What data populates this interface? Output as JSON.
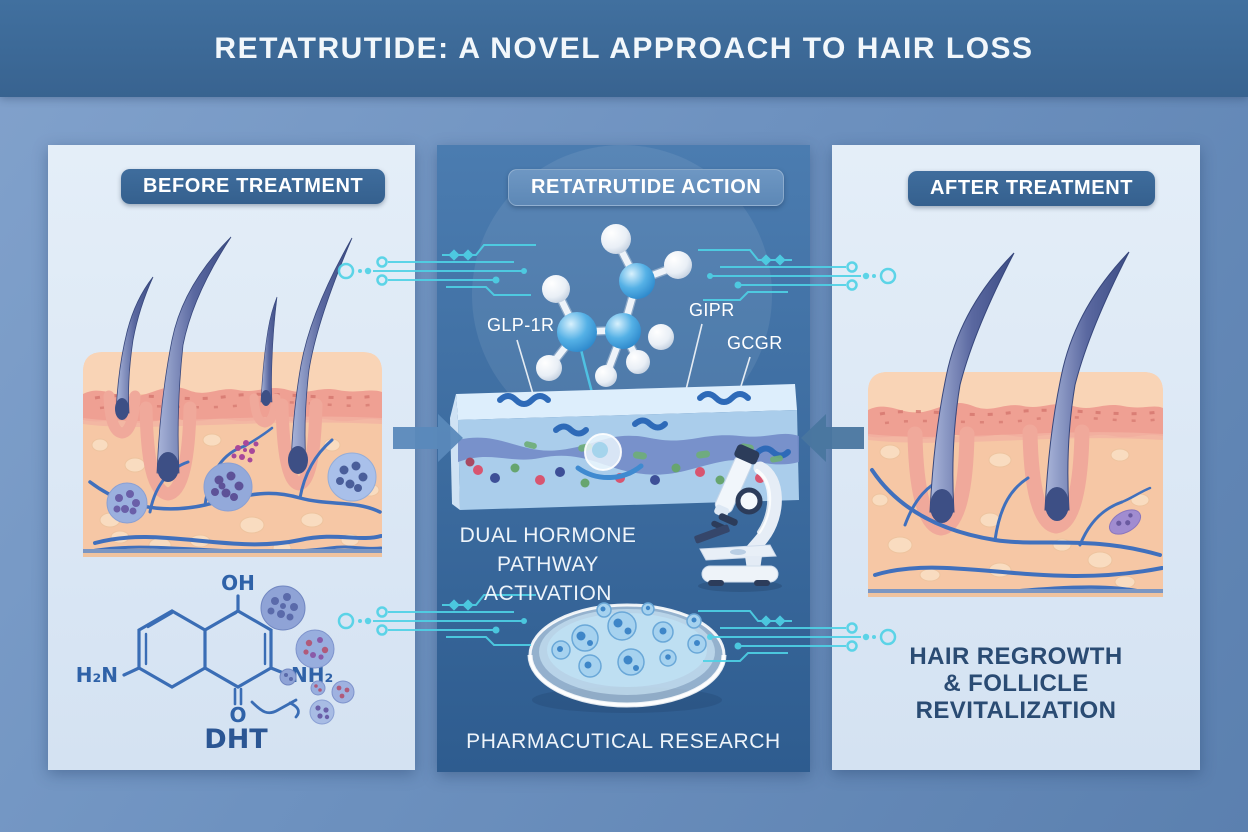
{
  "header": {
    "title": "RETATRUTIDE: A NOVEL APPROACH TO HAIR LOSS"
  },
  "panels": {
    "before": {
      "badge": "BEFORE TREATMENT",
      "chem": {
        "oh": "OH",
        "h2n": "H₂N",
        "nh2": "NH₂",
        "o": "O",
        "name": "DHT"
      }
    },
    "action": {
      "badge": "RETATRUTIDE ACTION",
      "receptors": [
        "GLP-1R",
        "GIPR",
        "GCGR"
      ],
      "pathway_lines": [
        "DUAL HORMONE",
        "PATHWAY ACTIVATION"
      ],
      "footer": "PHARMACUTICAL RESEARCH"
    },
    "after": {
      "badge": "AFTER TREATMENT",
      "caption_lines": [
        "HAIR REGROWTH",
        "& FOLLICLE",
        "REVITALIZATION"
      ]
    }
  },
  "illustrations": [
    "skin-cross-section-before",
    "skin-cross-section-after",
    "molecule-3d",
    "cell-membrane-receptors",
    "microscope",
    "petri-dish",
    "dht-chemical-structure",
    "vesicle-cells",
    "circuit-decoration",
    "arrow-right",
    "arrow-left"
  ],
  "colors": {
    "banner_bg": "#3d6b9b",
    "background": "#6e92c0",
    "panel_light": "#dde9f6",
    "panel_action_top": "#4b7cb0",
    "panel_action_bottom": "#2e5c8f",
    "badge_dark": "#39658f",
    "badge_mid": "#6490bd",
    "accent_cyan": "#4ed2e6",
    "skin": "#f6c7a5",
    "epidermis": "#efa093",
    "hair": "#4a5a92",
    "vessel_blue": "#4070bd",
    "molecule_blue": "#3b9ad8",
    "chem_blue": "#3a6db5",
    "caption_navy": "#2a4b73",
    "arrow_blue": "#4f7fb2"
  }
}
